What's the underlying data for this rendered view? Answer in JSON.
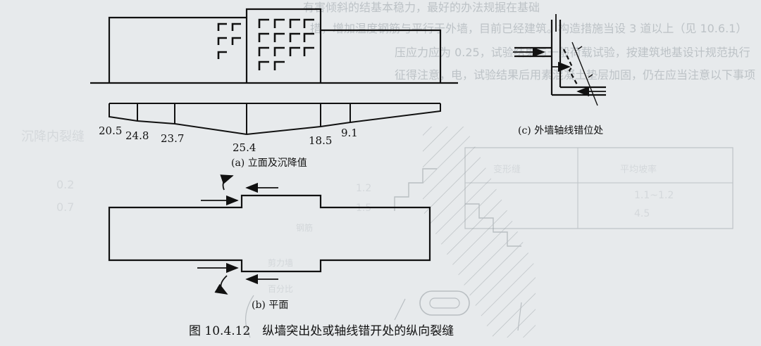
{
  "elevation": {
    "caption": "(a) 立面及沉降值",
    "settlements": [
      "20.5",
      "24.8",
      "23.7",
      "25.4",
      "18.5",
      "9.1"
    ]
  },
  "plan": {
    "caption": "(b) 平面"
  },
  "detail": {
    "caption": "(c) 外墙轴线错位处"
  },
  "figure_caption": "图 10.4.12　纵墙突出处或轴线错开处的纵向裂缝",
  "bleed_through": {
    "lines": [
      "有害倾斜的结基本稳力，最好的办法规据在基础",
      "措，增加温度钢筋与平行于外墙，目前已经建筑。构造措施当设 3 道以上（见 10.6.1）",
      "压应力应为 0.25，试验结果与一般荷载试验，按建筑地基设计规范执行",
      "征得注意，电，试验结果后用素混凝土垫层加固，仍在应当注意以下事项"
    ],
    "table_headers": [
      "沉降内裂缝",
      "变形缝",
      "平均坡率"
    ],
    "table_values": [
      "0.2",
      "0.7",
      "1.2",
      "1.5",
      "1.1~1.2",
      "4.5"
    ],
    "hatch_labels": [
      "钢筋",
      "剪力墙",
      "百分比"
    ]
  }
}
